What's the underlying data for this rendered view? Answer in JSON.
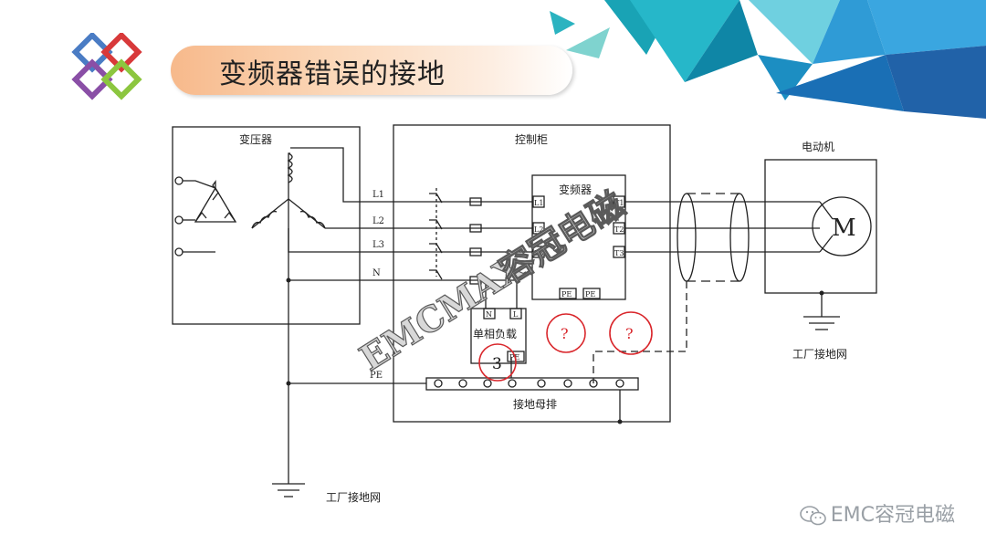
{
  "slide": {
    "title": "变频器错误的接地",
    "watermark_en": "EMCMAX",
    "watermark_cn": "容冠电磁",
    "credit": "EMC容冠电磁",
    "credit_icon": "wechat-icon"
  },
  "diagram": {
    "transformer_label": "变压器",
    "cabinet_label": "控制柜",
    "motor_group_label": "电动机",
    "vfd_label": "变频器",
    "motor_symbol": "M",
    "single_phase_load_label": "单相负载",
    "busbar_label": "接地母排",
    "factory_ground_label_bottom": "工厂接地网",
    "factory_ground_label_right": "工厂接地网",
    "line_labels": [
      "L1",
      "L2",
      "L3",
      "N",
      "PE"
    ],
    "vfd_input_terminals": [
      "L1",
      "L2",
      "L3"
    ],
    "vfd_output_terminals": [
      "T1",
      "T2",
      "T3"
    ],
    "vfd_pe_terminals": [
      "PE",
      "PE"
    ],
    "load_terminals": [
      "N",
      "L"
    ],
    "load_pe_terminal": "PE",
    "markers": [
      "3",
      "?",
      "?"
    ]
  },
  "colors": {
    "marker_circle": "#d9262b",
    "title_gradient_start": "#f7b98b",
    "accent_teal": "#2bb3c0",
    "accent_blue": "#1a6fb5"
  }
}
